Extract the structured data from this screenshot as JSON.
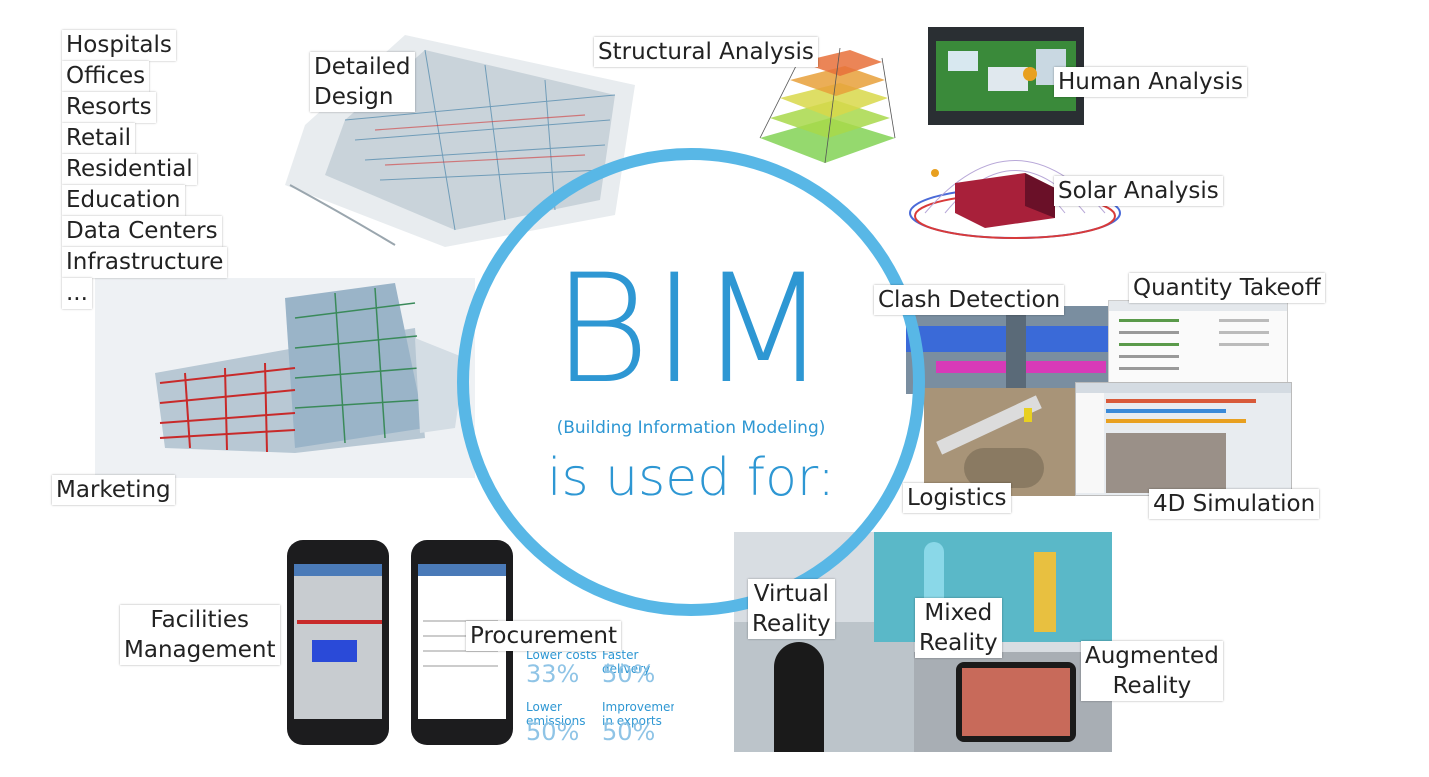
{
  "center": {
    "title": "BIM",
    "subtitle": "(Building Information Modeling)",
    "tagline": "is used for:",
    "color": "#2e97d3",
    "ring_color": "#58b7e6"
  },
  "building_types": [
    "Hospitals",
    "Offices",
    "Resorts",
    "Retail",
    "Residential",
    "Education",
    "Data Centers",
    "Infrastructure",
    "..."
  ],
  "labels": {
    "detailed_design": [
      "Detailed",
      "Design"
    ],
    "structural_analysis": "Structural Analysis",
    "human_analysis": "Human Analysis",
    "solar_analysis": "Solar Analysis",
    "clash_detection": "Clash Detection",
    "quantity_takeoff": "Quantity Takeoff",
    "logistics": "Logistics",
    "simulation_4d": "4D Simulation",
    "marketing": "Marketing",
    "facilities_management": [
      "Facilities",
      "Management"
    ],
    "procurement": "Procurement",
    "virtual_reality": [
      "Virtual",
      "Reality"
    ],
    "mixed_reality": [
      "Mixed",
      "Reality"
    ],
    "augmented_reality": [
      "Augmented",
      "Reality"
    ]
  },
  "procurement_stats": [
    {
      "label": "Lower costs",
      "value": "33%"
    },
    {
      "label": "Faster delivery",
      "value": "50%"
    },
    {
      "label": "Lower emissions",
      "value": "50%"
    },
    {
      "label": "Improvement in exports",
      "value": "50%"
    }
  ]
}
